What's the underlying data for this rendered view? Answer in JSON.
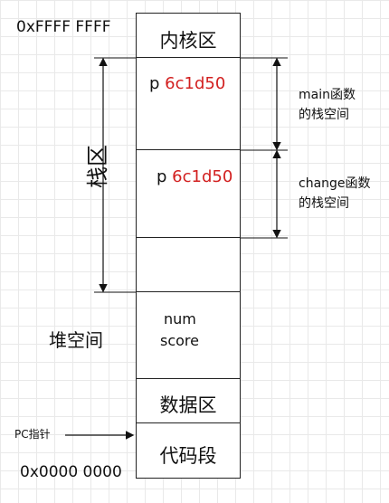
{
  "addresses": {
    "top": "0xFFFF FFFF",
    "bottom": "0x0000 0000"
  },
  "regions": {
    "kernel": "内核区",
    "stack_frame_main": {
      "var": "p",
      "value": "6c1d50"
    },
    "stack_frame_change": {
      "var": "p",
      "value": "6c1d50"
    },
    "heap": {
      "var1": "num",
      "var2": "score"
    },
    "data": "数据区",
    "code": "代码段"
  },
  "labels": {
    "stack": "栈区",
    "heap": "堆空间",
    "main_frame": [
      "main函数",
      "的栈空间"
    ],
    "change_frame": [
      "change函数",
      "的栈空间"
    ],
    "pc": "PC指针"
  },
  "colors": {
    "pointer_value": "#d21f1f",
    "line": "#111111"
  }
}
